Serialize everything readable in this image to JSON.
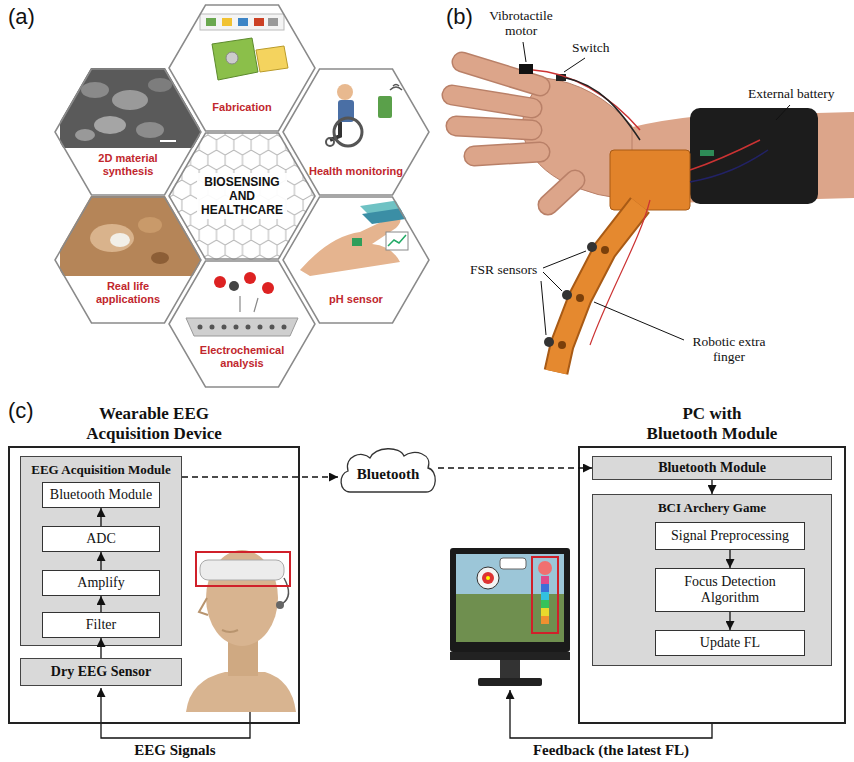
{
  "diagram": {
    "nodes": [
      {
        "text": [
          "Fabrication"
        ]
      },
      {
        "text": [
          "2D material synthesis"
        ]
      },
      {
        "text": [
          "BIOSENSING AND HEALTHCARE"
        ]
      },
      {
        "text": [
          "Health monitoring"
        ]
      },
      {
        "text": [
          "Real life applications"
        ]
      },
      {
        "text": [
          "pH sensor"
        ]
      },
      {
        "text": [
          "Electrochemical analysis"
        ]
      },
      {
        "text": [
          "Wearable EEG Acquisition Device"
        ]
      },
      {
        "text": [
          "EEG Acquisition Module"
        ],
        "in": 7
      },
      {
        "text": [
          "Bluetooth Module"
        ],
        "in": 8
      },
      {
        "text": [
          "ADC"
        ],
        "in": 8
      },
      {
        "text": [
          "Amplify"
        ],
        "in": 8
      },
      {
        "text": [
          "Filter"
        ],
        "in": 8
      },
      {
        "text": [
          "Dry EEG Sensor"
        ],
        "in": 7
      },
      {
        "text": [
          "Bluetooth"
        ]
      },
      {
        "text": [
          "PC with Bluetooth Module"
        ]
      },
      {
        "text": [
          "Bluetooth Module"
        ],
        "in": 15
      },
      {
        "text": [
          "BCI Archery Game"
        ],
        "in": 15
      },
      {
        "text": [
          "Signal Preprocessing"
        ],
        "in": 17
      },
      {
        "text": [
          "Focus Detection Algorithm"
        ],
        "in": 17
      },
      {
        "text": [
          "Update FL"
        ],
        "in": 17
      }
    ],
    "edges": [
      {
        "from": 12,
        "to": 11,
        "arrow": "to"
      },
      {
        "from": 11,
        "to": 10,
        "arrow": "to"
      },
      {
        "from": 10,
        "to": 9,
        "arrow": "to"
      },
      {
        "from": 13,
        "to": 12,
        "arrow": "to"
      },
      {
        "from": 8,
        "to": 14,
        "arrow": "to"
      },
      {
        "from": 14,
        "to": 16,
        "arrow": "to"
      },
      {
        "from": 16,
        "to": 17,
        "arrow": "to"
      },
      {
        "from": 18,
        "to": 19,
        "arrow": "to"
      },
      {
        "from": 19,
        "to": 20,
        "arrow": "to"
      }
    ],
    "labels": [
      "(a)",
      "(b)",
      "(c)",
      "Vibrotactile motor",
      "Switch",
      "External battery",
      "FSR sensors",
      "Robotic extra finger",
      "EEG Signals",
      "Feedback (the latest FL)"
    ]
  }
}
